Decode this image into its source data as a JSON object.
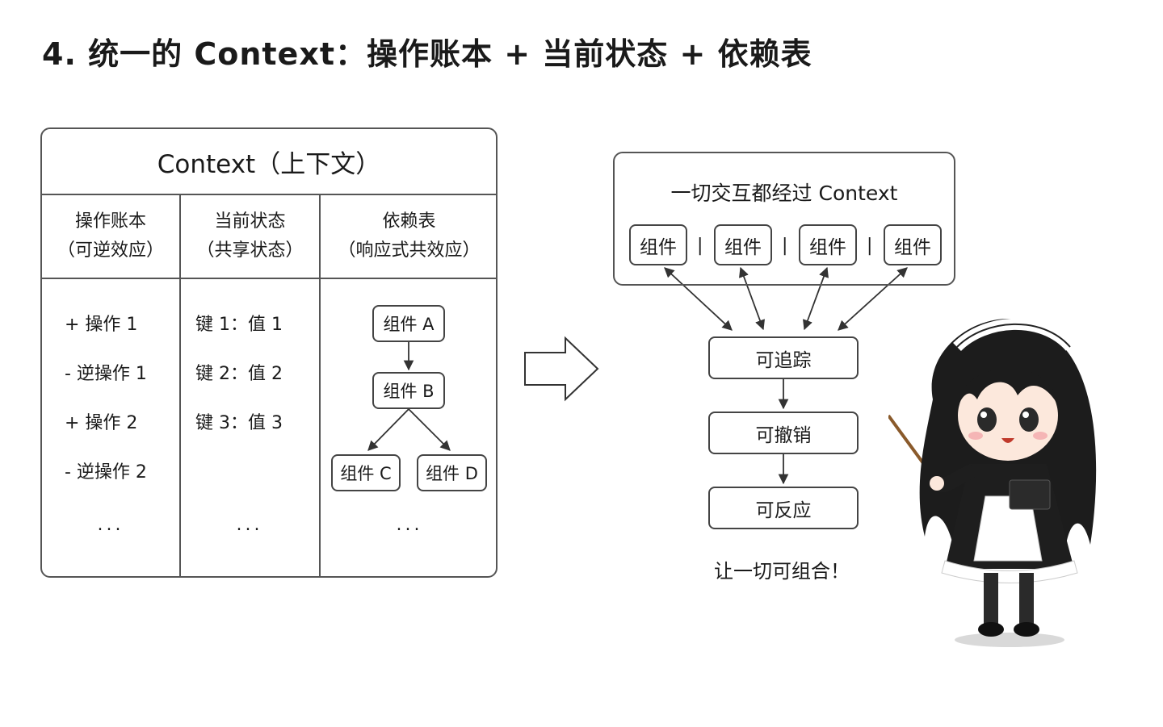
{
  "title": "4. 统一的 Context：操作账本 + 当前状态 + 依赖表",
  "context_table": {
    "header": "Context（上下文）",
    "columns": [
      {
        "title": "操作账本",
        "subtitle": "（可逆效应）",
        "items": [
          "+ 操作 1",
          "- 逆操作 1",
          "+ 操作 2",
          "- 逆操作 2"
        ],
        "ellipsis": "..."
      },
      {
        "title": "当前状态",
        "subtitle": "（共享状态）",
        "items": [
          "键 1：值 1",
          "键 2：值 2",
          "键 3：值 3"
        ],
        "ellipsis": "..."
      },
      {
        "title": "依赖表",
        "subtitle": "（响应式共效应）",
        "nodes": [
          "组件 A",
          "组件 B",
          "组件 C",
          "组件 D"
        ],
        "ellipsis": "..."
      }
    ]
  },
  "flow": {
    "outer_title": "一切交互都经过 Context",
    "components": [
      "组件",
      "组件",
      "组件",
      "组件"
    ],
    "separator": "|",
    "steps": [
      "可追踪",
      "可撤销",
      "可反应"
    ],
    "conclusion": "让一切可组合！"
  },
  "colors": {
    "stroke": "#444444",
    "text": "#1a1a1a",
    "background": "#ffffff"
  }
}
